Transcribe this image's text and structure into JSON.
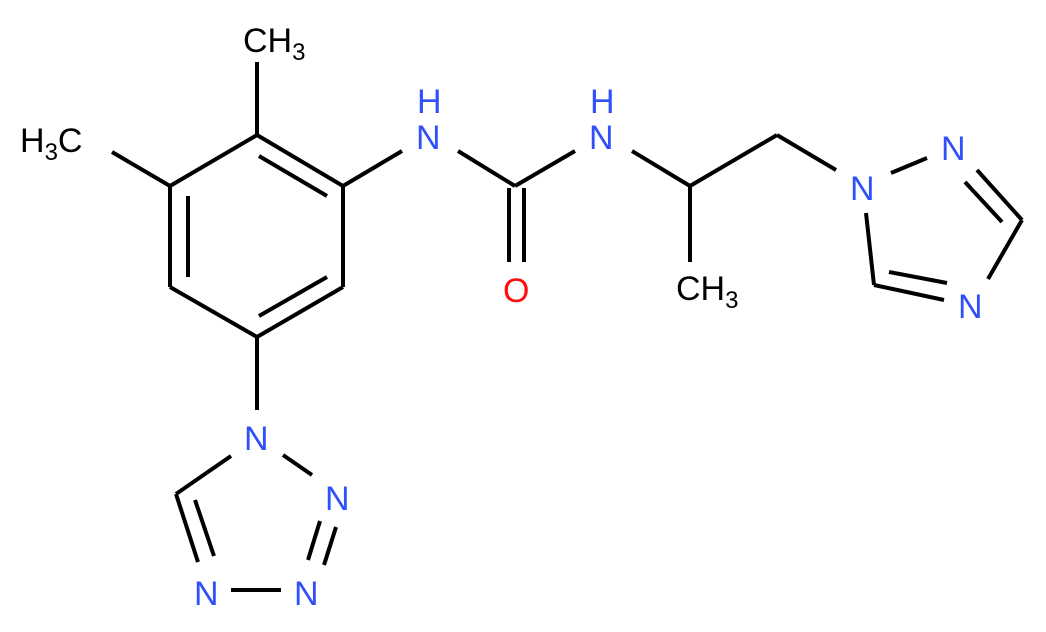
{
  "diagram": {
    "type": "chemical-structure",
    "colors": {
      "carbon": "#000000",
      "nitrogen": "#3050F8",
      "oxygen": "#FF0D0D",
      "background": "#FFFFFF"
    },
    "labels": {
      "methyl_top": {
        "main": "CH",
        "sub": "3"
      },
      "methyl_left": {
        "pre": "H",
        "sub": "3",
        "main": "C"
      },
      "nh_left": {
        "h": "H",
        "n": "N"
      },
      "nh_right": {
        "h": "H",
        "n": "N"
      },
      "carbonyl_o": "O",
      "methyl_chain": {
        "main": "CH",
        "sub": "3"
      },
      "triazole_n1": "N",
      "triazole_n2": "N",
      "triazole_n4": "N",
      "tetrazole_n1": "N",
      "tetrazole_n2": "N",
      "tetrazole_n3": "N",
      "tetrazole_n4": "N"
    }
  }
}
